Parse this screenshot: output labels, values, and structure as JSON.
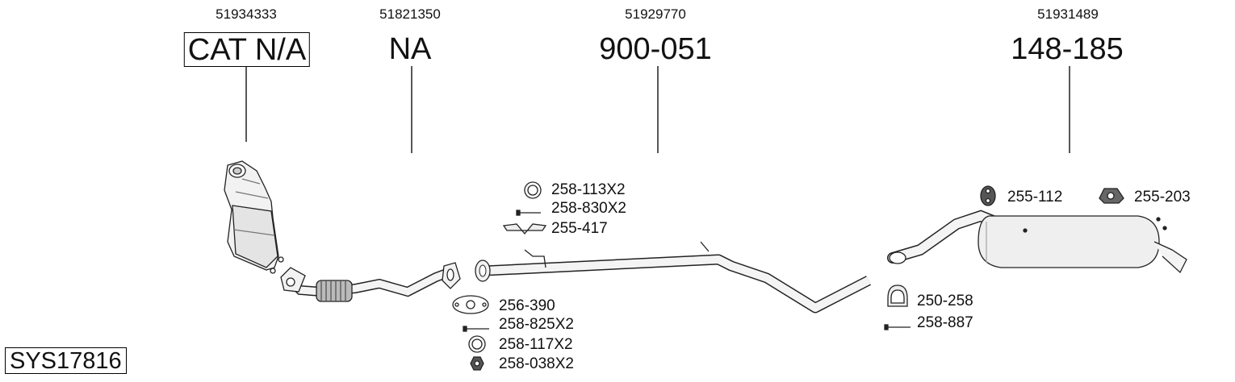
{
  "system_code": "SYS17816",
  "sections": [
    {
      "oe_number": "51934333",
      "part_number": "CAT N/A"
    },
    {
      "oe_number": "51821350",
      "part_number": "NA"
    },
    {
      "oe_number": "51929770",
      "part_number": "900-051"
    },
    {
      "oe_number": "51931489",
      "part_number": "148-185"
    }
  ],
  "fittings": {
    "middle_top": [
      "258-113X2",
      "258-830X2",
      "255-417"
    ],
    "front_bottom": [
      "256-390",
      "258-825X2",
      "258-117X2",
      "258-038X2"
    ],
    "rear_bottom": [
      "250-258",
      "258-887"
    ],
    "rear_top": [
      "255-112",
      "255-203"
    ]
  }
}
